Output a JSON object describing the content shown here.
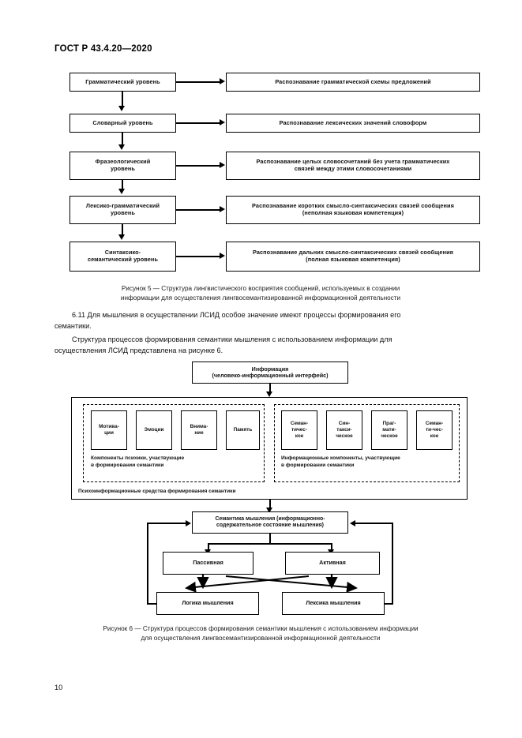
{
  "document": {
    "standard_header": "ГОСТ Р 43.4.20—2020",
    "page_number": "10"
  },
  "figure5": {
    "left_column": [
      {
        "label": "Грамматический уровень"
      },
      {
        "label": "Словарный уровень"
      },
      {
        "label": "Фразеологический\nуровень"
      },
      {
        "label": "Лексико-грамматический\nуровень"
      },
      {
        "label": "Синтаксико-\nсемантический уровень"
      }
    ],
    "right_column": [
      {
        "label": "Распознавание грамматической схемы предложений"
      },
      {
        "label": "Распознавание лексических значений словоформ"
      },
      {
        "label": "Распознавание целых словосочетаний без учета грамматических\nсвязей между этими словосочетаниями"
      },
      {
        "label": "Распознавание коротких смыслo-синтаксических связей сообщения\n(неполная языковая компетенция)"
      },
      {
        "label": "Распознавание дальних смыслo-синтаксических связей сообщения\n(полная языковая компетенция)"
      }
    ],
    "caption_line1": "Рисунок 5 — Структура лингвистического восприятия сообщений, используемых в создании",
    "caption_line2": "информации для осуществления лингвосемантизированной информационной деятельности"
  },
  "body_text": {
    "paragraph1_line1": "6.11 Для мышления в осуществлении ЛСИД особое значение имеют процессы формирования его",
    "paragraph1_line2": "семантики.",
    "paragraph2_line1": "Структура процессов формирования семантики мышления с использованием информации для",
    "paragraph2_line2": "осуществления ЛСИД представлена на рисунке 6."
  },
  "figure6": {
    "top_box": "Информация\n(человеко-информационный интерфейс)",
    "psyche_group": {
      "items": [
        {
          "label": "Мотива-\nции"
        },
        {
          "label": "Эмоции"
        },
        {
          "label": "Внима-\nние"
        },
        {
          "label": "Память"
        }
      ],
      "label": "Компоненты психики, участвующие\nв формировании семантики"
    },
    "info_group": {
      "items": [
        {
          "label": "Семан-\nтичес-\nкое"
        },
        {
          "label": "Син-\nтакси-\nческое"
        },
        {
          "label": "Праг-\nмати-\nческое"
        },
        {
          "label": "Семан-\nти-чес-\nкое"
        }
      ],
      "label": "Информационные компоненты, участвующие\nв формировании семантики"
    },
    "outer_label": "Психоинформационные средства формирования семантики",
    "middle_box": "Семантика мышления (информационно-\nсодержательное состояние мышления)",
    "bottom_row1": [
      {
        "label": "Пассивная"
      },
      {
        "label": "Активная"
      }
    ],
    "bottom_row2": [
      {
        "label": "Логика мышления"
      },
      {
        "label": "Лексика мышления"
      }
    ],
    "caption_line1": "Рисунок 6 — Структура процессов формирования семантики мышления с использованием информации",
    "caption_line2": "для осуществления лингвосемантизированной информационной деятельности"
  }
}
